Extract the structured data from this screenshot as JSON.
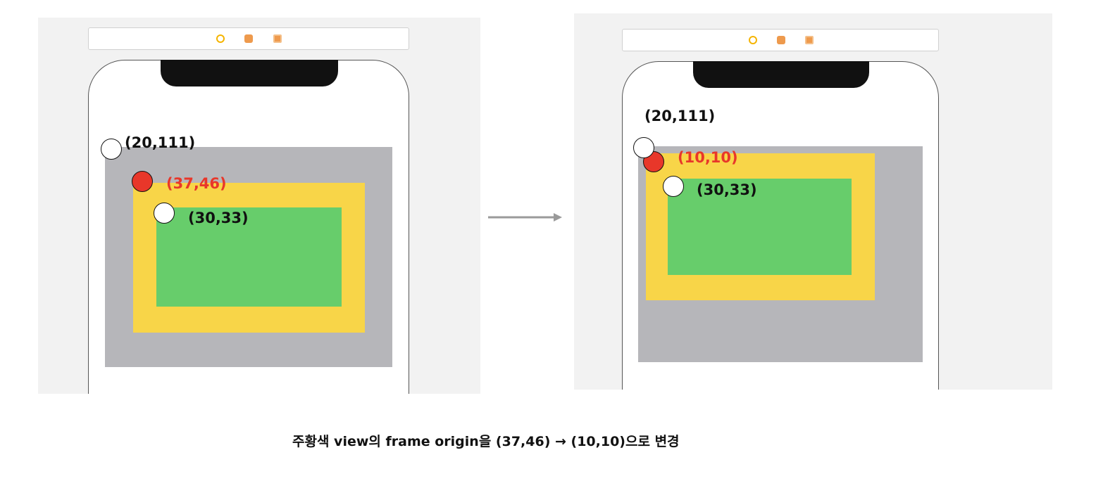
{
  "colors": {
    "gray_view": "#b6b6ba",
    "yellow_view": "#f8d548",
    "green_view": "#67cd6b",
    "red_point": "#e8372a",
    "red_text": "#e8372a",
    "black_text": "#111111"
  },
  "before": {
    "gray_origin_label": "(20,111)",
    "yellow_origin_label": "(37,46)",
    "green_origin_label": "(30,33)"
  },
  "after": {
    "gray_origin_label": "(20,111)",
    "yellow_origin_label": "(10,10)",
    "green_origin_label": "(30,33)"
  },
  "caption": "주황색 view의 frame origin을 (37,46) → (10,10)으로  변경"
}
